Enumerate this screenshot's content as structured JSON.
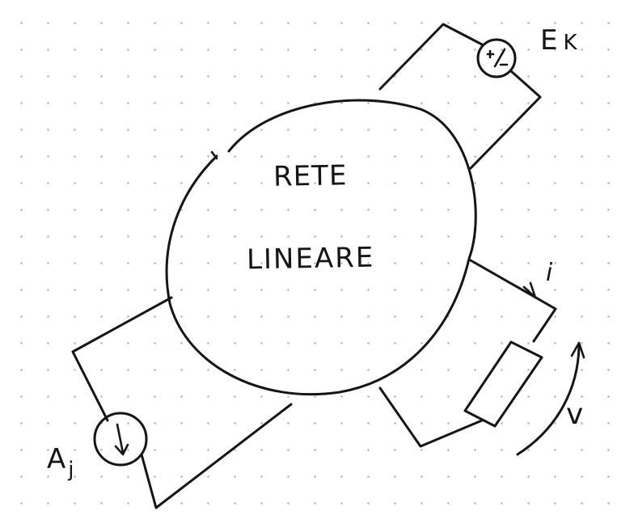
{
  "network": {
    "line1": "RETE",
    "line2": "LINEARE"
  },
  "voltage_source": {
    "label": "E",
    "subscript": "K"
  },
  "current_source": {
    "label": "A",
    "subscript": "j"
  },
  "port": {
    "current_label": "i",
    "voltage_label": "v"
  },
  "colors": {
    "ink": "#151515",
    "paper": "#ffffff",
    "grid_dots": "#bcbcbc"
  }
}
